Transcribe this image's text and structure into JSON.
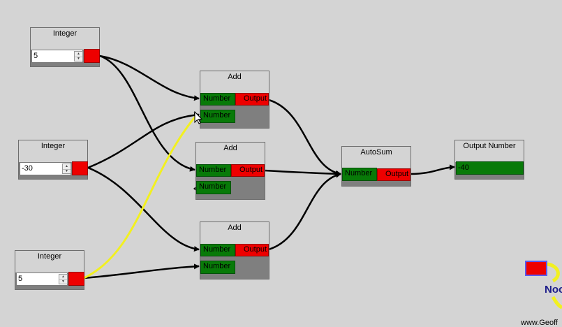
{
  "nodes": {
    "int1": {
      "title": "Integer",
      "value": "5"
    },
    "int2": {
      "title": "Integer",
      "value": "-30"
    },
    "int3": {
      "title": "Integer",
      "value": "5"
    },
    "add1": {
      "title": "Add",
      "in1": "Number",
      "in2": "Number",
      "out": "Output"
    },
    "add2": {
      "title": "Add",
      "in1": "Number",
      "in2": "Number",
      "out": "Output"
    },
    "add3": {
      "title": "Add",
      "in1": "Number",
      "in2": "Number",
      "out": "Output"
    },
    "autosum": {
      "title": "AutoSum",
      "in1": "Number",
      "out": "Output"
    },
    "outnum": {
      "title": "Output Number",
      "value": "-40"
    }
  },
  "logo": {
    "text": "Noo",
    "url": "www.Geoff"
  },
  "colors": {
    "background": "#d4d4d4",
    "input_port": "#087a08",
    "output_port": "#ee0000",
    "wire": "#000000",
    "selected_wire": "#f2f020"
  },
  "icons": {
    "spin_up": "▲",
    "spin_down": "▼",
    "cursor": "arrow-cursor-icon"
  }
}
